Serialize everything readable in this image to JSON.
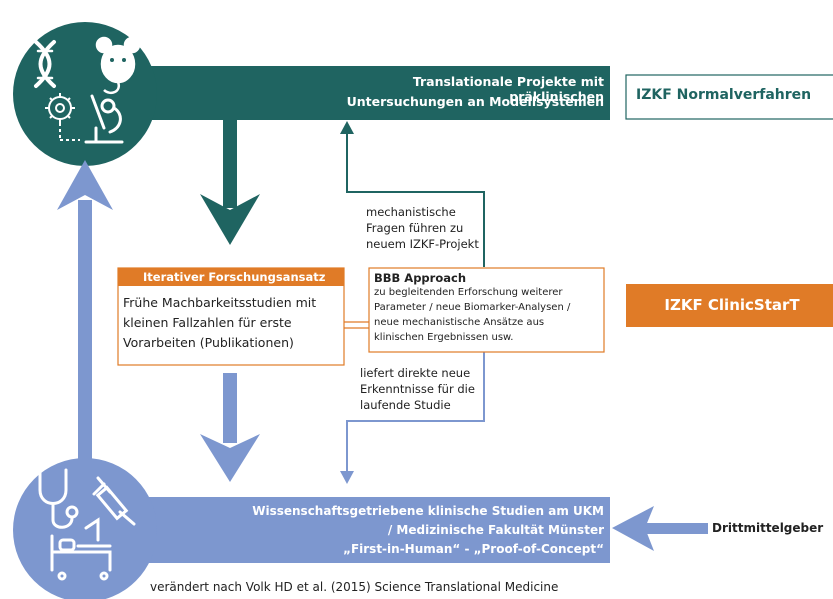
{
  "top_bar": {
    "line1": "Translationale Projekte mit präklinischen",
    "line2": "Untersuchungen an Modellsystemen",
    "color": "#1f6461"
  },
  "bottom_bar": {
    "line1": "Wissenschaftsgetriebene klinische Studien am UKM",
    "line2": "/ Medizinische Fakultät Münster",
    "line3": "„First-in-Human“ - „Proof-of-Concept“",
    "color": "#7d97cf"
  },
  "boxes": {
    "normalverfahren": "IZKF Normalverfahren",
    "clinicstart": "IZKF ClinicStarT",
    "clinicstart_color": "#e07b27"
  },
  "iterative": {
    "header": "Iterativer Forschungsansatz",
    "line1": "Frühe Machbarkeitsstudien mit",
    "line2": "kleinen Fallzahlen für erste",
    "line3": "Vorarbeiten (Publikationen)"
  },
  "bbb": {
    "title": "BBB Approach",
    "line1": "zu begleitenden Erforschung weiterer",
    "line2": "Parameter / neue Biomarker-Analysen /",
    "line3": "neue mechanistische Ansätze aus",
    "line4": "klinischen Ergebnissen usw."
  },
  "mechanistic_note": {
    "line1": "mechanistische",
    "line2": "Fragen führen zu",
    "line3": "neuem IZKF-Projekt"
  },
  "direct_note": {
    "line1": "liefert direkte neue",
    "line2": "Erkenntnisse für die",
    "line3": "laufende Studie"
  },
  "funding": "Drittmittelgeber",
  "citation": "verändert nach Volk HD et al. (2015) Science Translational Medicine",
  "icons": {
    "top": [
      "dna-icon",
      "mouse-icon",
      "virus-icon",
      "microscope-icon"
    ],
    "bottom": [
      "stethoscope-icon",
      "syringe-icon",
      "hospital-bed-icon"
    ]
  }
}
